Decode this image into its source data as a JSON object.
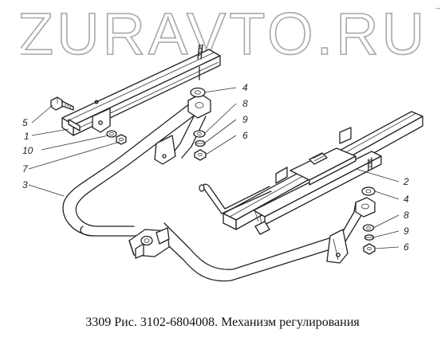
{
  "watermark": {
    "text": "ZURAVTO.RU"
  },
  "corner_mark": "→",
  "caption": "3309 Рис. 3102-6804008. Механизм регулирования",
  "callouts": [
    {
      "id": "c1",
      "label": "1"
    },
    {
      "id": "c2",
      "label": "2"
    },
    {
      "id": "c3",
      "label": "3"
    },
    {
      "id": "c4a",
      "label": "4"
    },
    {
      "id": "c4b",
      "label": "4"
    },
    {
      "id": "c5",
      "label": "5"
    },
    {
      "id": "c6a",
      "label": "6"
    },
    {
      "id": "c6b",
      "label": "6"
    },
    {
      "id": "c7",
      "label": "7"
    },
    {
      "id": "c8a",
      "label": "8"
    },
    {
      "id": "c8b",
      "label": "8"
    },
    {
      "id": "c9a",
      "label": "9"
    },
    {
      "id": "c9b",
      "label": "9"
    },
    {
      "id": "c10",
      "label": "10"
    }
  ],
  "colors": {
    "line": "#222222",
    "watermark": "#b8b8b8",
    "background": "#ffffff"
  }
}
